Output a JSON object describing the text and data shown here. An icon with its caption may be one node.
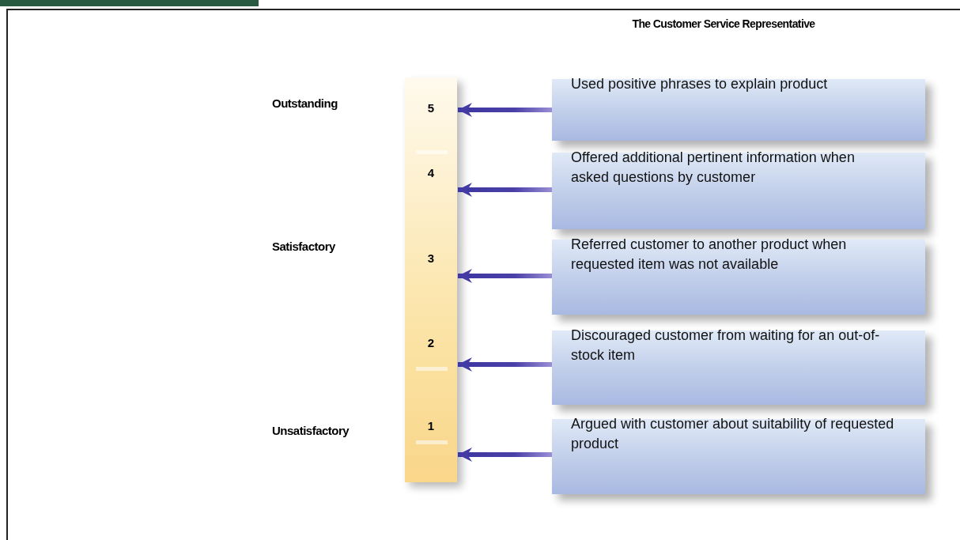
{
  "diagram": {
    "title": "The Customer Service Representative",
    "nodes": [
      {
        "text": [
          "5",
          "4",
          "3",
          "2",
          "1"
        ]
      },
      {
        "text": [
          "Used positive phrases to explain product"
        ]
      },
      {
        "text": [
          "Offered additional pertinent information when asked questions by customer"
        ]
      },
      {
        "text": [
          "Referred customer to another product when requested item was not available"
        ]
      },
      {
        "text": [
          "Discouraged customer from waiting for an out-of-stock item"
        ]
      },
      {
        "text": [
          "Argued with customer about suitability of requested product"
        ]
      }
    ],
    "edges": [
      {
        "from": 1,
        "to": 0,
        "arrow": "to"
      },
      {
        "from": 2,
        "to": 0,
        "arrow": "to"
      },
      {
        "from": 3,
        "to": 0,
        "arrow": "to"
      },
      {
        "from": 4,
        "to": 0,
        "arrow": "to"
      },
      {
        "from": 5,
        "to": 0,
        "arrow": "to"
      }
    ],
    "labels": [
      "Outstanding",
      "Satisfactory",
      "Unsatisfactory"
    ]
  }
}
